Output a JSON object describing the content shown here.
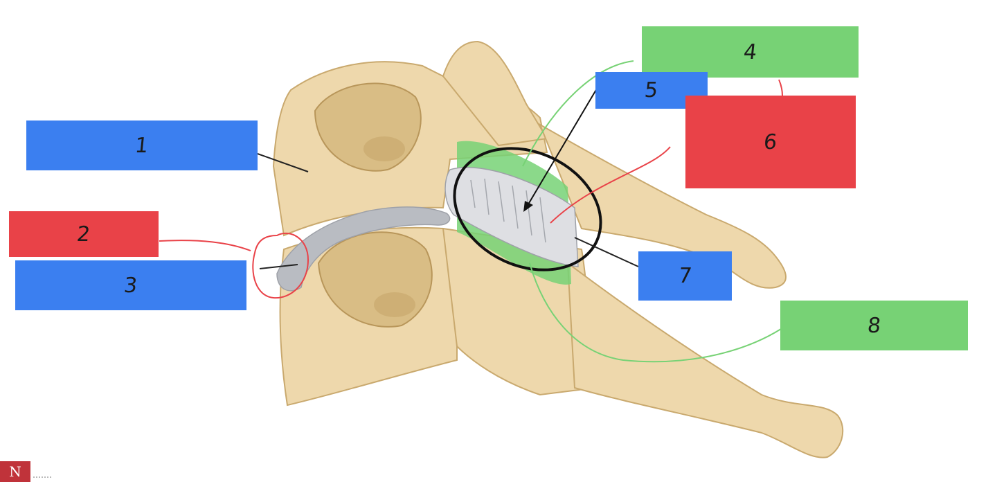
{
  "colors": {
    "blue": "#3b7ff0",
    "red": "#e94248",
    "green": "#77d275",
    "bone": "#eed8ac",
    "bone_shade": "#c9a96e",
    "disc": "#dedfe3",
    "ligament": "#b9bcc2",
    "logo": "#c0333a"
  },
  "labels": [
    {
      "id": "1",
      "text": "1",
      "color": "blue"
    },
    {
      "id": "2",
      "text": "2",
      "color": "red"
    },
    {
      "id": "3",
      "text": "3",
      "color": "blue"
    },
    {
      "id": "4",
      "text": "4",
      "color": "green"
    },
    {
      "id": "5",
      "text": "5",
      "color": "blue"
    },
    {
      "id": "6",
      "text": "6",
      "color": "red"
    },
    {
      "id": "7",
      "text": "7",
      "color": "blue"
    },
    {
      "id": "8",
      "text": "8",
      "color": "green"
    }
  ],
  "logo": {
    "text": "N"
  }
}
